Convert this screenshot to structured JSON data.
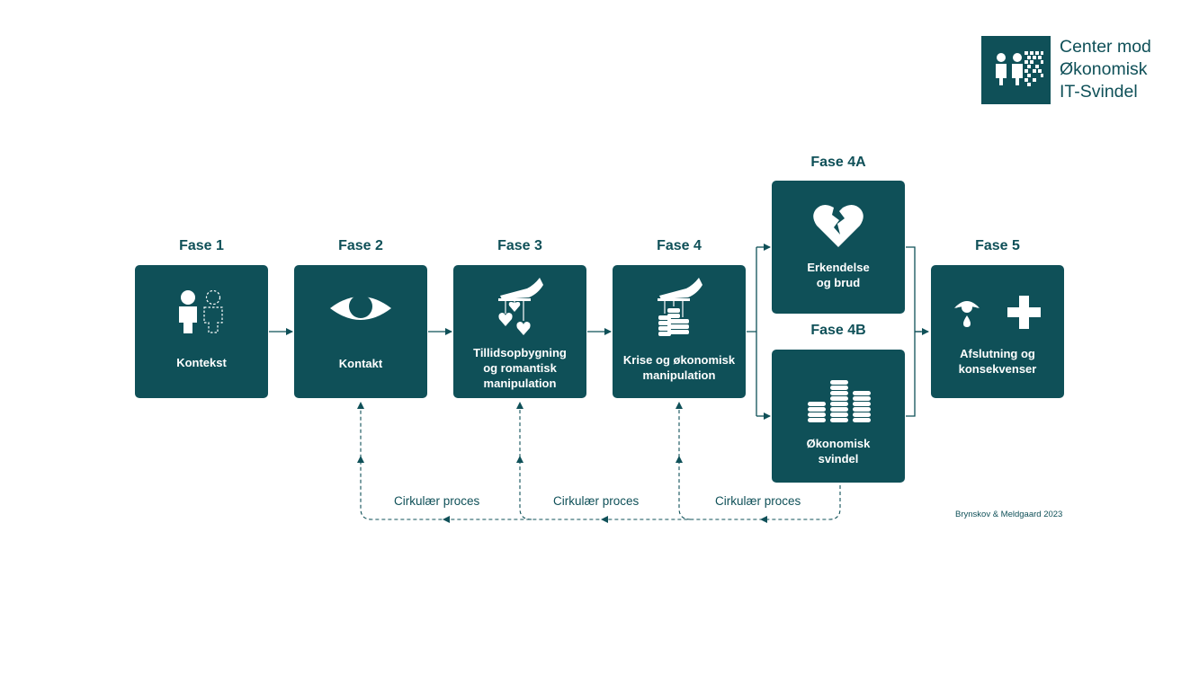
{
  "logo": {
    "icon_name": "people-pixel-logo-icon",
    "lines": [
      "Center mod",
      "Økonomisk",
      "IT-Svindel"
    ]
  },
  "phases": [
    {
      "id": "1",
      "title": "Fase 1",
      "label_lines": [
        "Kontekst"
      ],
      "icon": "two-people-icon"
    },
    {
      "id": "2",
      "title": "Fase 2",
      "label_lines": [
        "Kontakt"
      ],
      "icon": "eye-icon"
    },
    {
      "id": "3",
      "title": "Fase 3",
      "label_lines": [
        "Tillidsopbygning",
        "og romantisk",
        "manipulation"
      ],
      "icon": "hand-puppeteering-hearts-icon"
    },
    {
      "id": "4",
      "title": "Fase 4",
      "label_lines": [
        "Krise og økonomisk",
        "manipulation"
      ],
      "icon": "hand-puppeteering-coins-icon"
    },
    {
      "id": "4a",
      "title": "Fase 4A",
      "label_lines": [
        "Erkendelse",
        "og brud"
      ],
      "icon": "broken-heart-icon"
    },
    {
      "id": "4b",
      "title": "Fase 4B",
      "label_lines": [
        "Økonomisk",
        "svindel"
      ],
      "icon": "coin-stacks-icon"
    },
    {
      "id": "5",
      "title": "Fase 5",
      "label_lines": [
        "Afslutning og",
        "konsekvenser"
      ],
      "icon": "crying-eye-and-plus-icon"
    }
  ],
  "loops": [
    {
      "label": "Cirkulær proces"
    },
    {
      "label": "Cirkulær proces"
    },
    {
      "label": "Cirkulær proces"
    }
  ],
  "credit": "Brynskov & Meldgaard 2023",
  "colors": {
    "primary": "#0f5058",
    "text_on_primary": "#ffffff",
    "background": "#ffffff"
  }
}
